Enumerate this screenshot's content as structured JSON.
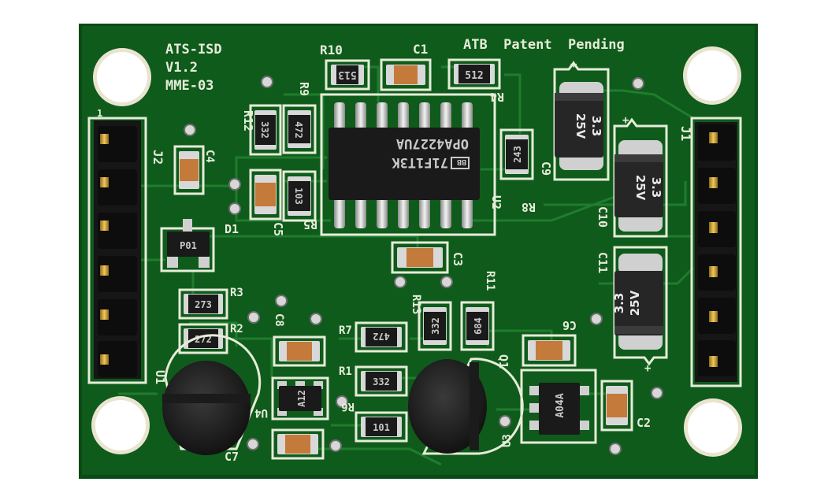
{
  "board": {
    "title_lines": [
      "ATS-ISD",
      "V1.2",
      "MME-03"
    ],
    "patent": "ATB  Patent  Pending",
    "colors": {
      "pcb": "#0f5b1c",
      "pcb_edge": "#0a4a15",
      "trace": "#1a7a2a",
      "silk": "#e6ecd8",
      "pad": "#c8c8c8"
    }
  },
  "connectors": [
    {
      "label": "J2",
      "pins": 6
    },
    {
      "label": "J1",
      "pins": 6
    }
  ],
  "ic_main": {
    "ref": "U2",
    "marking_line1": "71F1T3K",
    "marking_line2": "OPA4227UA",
    "logo": "BB"
  },
  "resistors": [
    {
      "ref": "R10",
      "value": "513"
    },
    {
      "ref": "R4",
      "value": "512"
    },
    {
      "ref": "R12",
      "value": "332"
    },
    {
      "ref": "R9",
      "value": "472"
    },
    {
      "ref": "R5",
      "value": "103"
    },
    {
      "ref": "R8",
      "value": "243"
    },
    {
      "ref": "R3",
      "value": "273"
    },
    {
      "ref": "R2",
      "value": "272"
    },
    {
      "ref": "R7",
      "value": "472"
    },
    {
      "ref": "R13",
      "value": "332"
    },
    {
      "ref": "R11",
      "value": "684"
    },
    {
      "ref": "R1",
      "value": "332"
    },
    {
      "ref": "R6",
      "value": "101"
    }
  ],
  "capacitor_labels": [
    "C1",
    "C2",
    "C3",
    "C4",
    "C5",
    "C6",
    "C7",
    "C8",
    "C9",
    "C10",
    "C11"
  ],
  "tantalum_caps": [
    {
      "ref": "C9",
      "line1": "3.3",
      "line2": "25V"
    },
    {
      "ref": "C10",
      "line1": "3.3",
      "line2": "25V"
    },
    {
      "ref": "C11",
      "line1": "3.3",
      "line2": "25V"
    }
  ],
  "small_ics": [
    {
      "ref": "D1",
      "marking": "P01"
    },
    {
      "ref": "U4",
      "marking": "A12"
    },
    {
      "ref": "U3",
      "marking": "A04A"
    }
  ],
  "to92": [
    {
      "ref": "U1"
    },
    {
      "ref": "Q1"
    }
  ],
  "polarity_marks": [
    "+",
    "+",
    "+"
  ]
}
